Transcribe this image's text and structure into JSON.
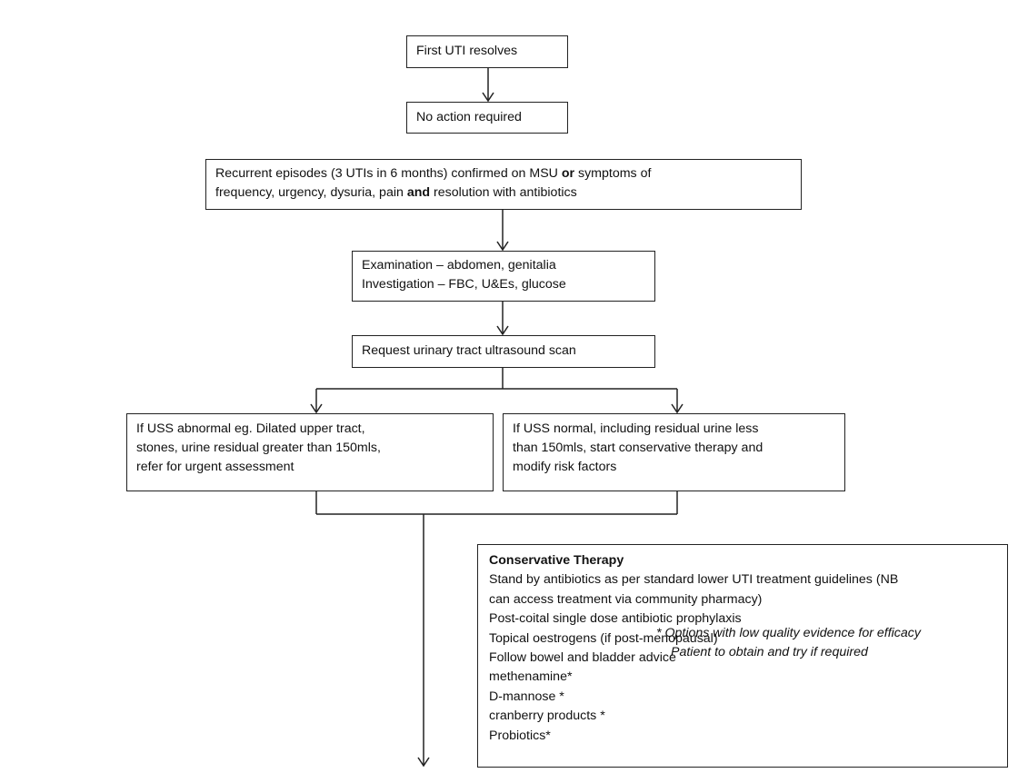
{
  "flowchart": {
    "step_first_uti": "First UTI resolves",
    "step_no_action": "No action required",
    "step_recurrent": {
      "line1_a": "Recurrent episodes (3 UTIs in 6 months) confirmed on MSU ",
      "line1_bold": "or",
      "line1_b": " symptoms of",
      "line2_a": "frequency, urgency, dysuria, pain ",
      "line2_bold": "and",
      "line2_b": " resolution with antibiotics"
    },
    "step_examination": {
      "line1": "Examination – abdomen, genitalia",
      "line2": "Investigation – FBC, U&Es, glucose"
    },
    "step_ultrasound": "Request urinary tract ultrasound scan",
    "branch_abnormal": {
      "line1": "If USS abnormal eg. Dilated upper tract,",
      "line2": "stones, urine residual greater than 150mls,",
      "line3": "refer for urgent assessment"
    },
    "branch_normal": {
      "line1": "If USS normal, including residual urine less",
      "line2": "than 150mls, start conservative therapy and",
      "line3": "modify risk factors"
    },
    "conservative_therapy": {
      "title": "Conservative Therapy",
      "items": [
        "Stand by antibiotics as per standard lower UTI treatment guidelines (NB",
        "can access treatment via community pharmacy)",
        "Post-coital single dose antibiotic prophylaxis",
        "Topical oestrogens (if post-menopausal)",
        "Follow bowel and bladder advice",
        "methenamine*",
        "D-mannose *",
        "cranberry products *",
        "Probiotics*"
      ],
      "note_line1": "* Options with low quality evidence for efficacy",
      "note_line2": "Patient to obtain and try if required"
    }
  }
}
